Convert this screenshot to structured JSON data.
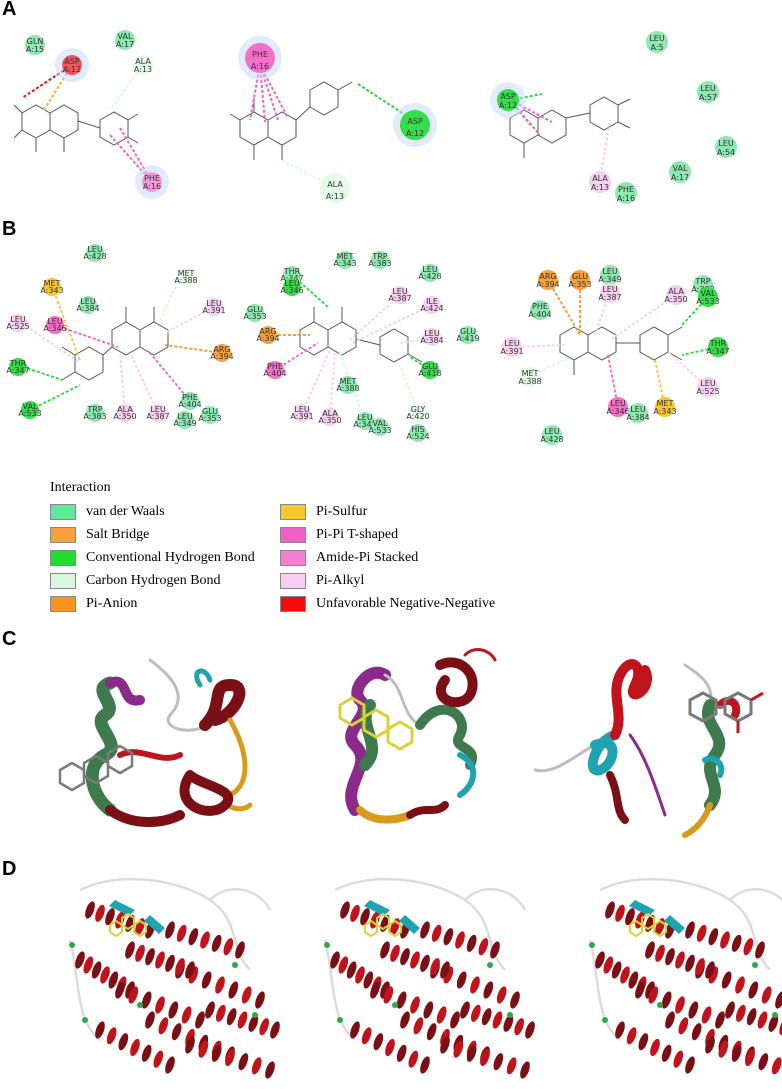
{
  "panels": {
    "a": "A",
    "b": "B",
    "c": "C",
    "d": "D"
  },
  "panel_a": {
    "d1": [
      {
        "l1": "GLN",
        "l2": "A:15",
        "color": "#8ee8b0",
        "halo": false
      },
      {
        "l1": "VAL",
        "l2": "A:17",
        "color": "#8ee8b0",
        "halo": false
      },
      {
        "l1": "ASP",
        "l2": "A:12",
        "color": "#f2555e",
        "halo": true
      },
      {
        "l1": "ALA",
        "l2": "A:13",
        "color": "#e4fbe8",
        "halo": false
      },
      {
        "l1": "PHE",
        "l2": "A:16",
        "color": "#f59ad8",
        "halo": true
      }
    ],
    "d2": [
      {
        "l1": "PHE",
        "l2": "A:16",
        "color": "#f56fc9",
        "halo": true
      },
      {
        "l1": "ASP",
        "l2": "A:12",
        "color": "#37dc4b",
        "halo": true
      },
      {
        "l1": "ALA",
        "l2": "A:13",
        "color": "#e4fbe8",
        "halo": false
      }
    ],
    "d3": [
      {
        "l1": "ASP",
        "l2": "A:12",
        "color": "#37dc4b",
        "halo": true
      },
      {
        "l1": "LEU",
        "l2": "A:5",
        "color": "#8ee8b0",
        "halo": false
      },
      {
        "l1": "LEU",
        "l2": "A:57",
        "color": "#8ee8b0",
        "halo": false
      },
      {
        "l1": "LEU",
        "l2": "A:54",
        "color": "#8ee8b0",
        "halo": false
      },
      {
        "l1": "VAL",
        "l2": "A:17",
        "color": "#8ee8b0",
        "halo": false
      },
      {
        "l1": "ALA",
        "l2": "A:13",
        "color": "#f7cff0",
        "halo": false
      },
      {
        "l1": "PHE",
        "l2": "A:16",
        "color": "#8ee8b0",
        "halo": false
      }
    ]
  },
  "panel_b": {
    "d1": [
      {
        "l1": "LEU",
        "l2": "A:428",
        "color": "#8ee8b0"
      },
      {
        "l1": "MET",
        "l2": "A:388",
        "color": "#e4fbe8"
      },
      {
        "l1": "MET",
        "l2": "A:343",
        "color": "#f7c62f"
      },
      {
        "l1": "LEU",
        "l2": "A:384",
        "color": "#8ee8b0"
      },
      {
        "l1": "LEU",
        "l2": "A:391",
        "color": "#f7cff0"
      },
      {
        "l1": "LEU",
        "l2": "A:525",
        "color": "#f7cff0"
      },
      {
        "l1": "LEU",
        "l2": "A:346",
        "color": "#f56fc9"
      },
      {
        "l1": "ARG",
        "l2": "A:394",
        "color": "#f7a03c"
      },
      {
        "l1": "THR",
        "l2": "A:347",
        "color": "#37dc4b"
      },
      {
        "l1": "PHE",
        "l2": "A:404",
        "color": "#8ee8b0"
      },
      {
        "l1": "GLU",
        "l2": "A:353",
        "color": "#8ee8b0"
      },
      {
        "l1": "ALA",
        "l2": "A:350",
        "color": "#f7cff0"
      },
      {
        "l1": "LEU",
        "l2": "A:387",
        "color": "#f7cff0"
      },
      {
        "l1": "LEU",
        "l2": "A:349",
        "color": "#8ee8b0"
      },
      {
        "l1": "VAL",
        "l2": "A:533",
        "color": "#37dc4b"
      },
      {
        "l1": "TRP",
        "l2": "A:383",
        "color": "#8ee8b0"
      }
    ],
    "d2": [
      {
        "l1": "MET",
        "l2": "A:343",
        "color": "#8ee8b0"
      },
      {
        "l1": "THR",
        "l2": "A:347",
        "color": "#8ee8b0"
      },
      {
        "l1": "TRP",
        "l2": "A:383",
        "color": "#8ee8b0"
      },
      {
        "l1": "LEU",
        "l2": "A:346",
        "color": "#37dc4b"
      },
      {
        "l1": "LEU",
        "l2": "A:428",
        "color": "#8ee8b0"
      },
      {
        "l1": "GLU",
        "l2": "A:353",
        "color": "#8ee8b0"
      },
      {
        "l1": "LEU",
        "l2": "A:387",
        "color": "#f7cff0"
      },
      {
        "l1": "ILE",
        "l2": "A:424",
        "color": "#f7cff0"
      },
      {
        "l1": "ARG",
        "l2": "A:394",
        "color": "#f7a03c"
      },
      {
        "l1": "LEU",
        "l2": "A:384",
        "color": "#f7cff0"
      },
      {
        "l1": "GLU",
        "l2": "A:419",
        "color": "#8ee8b0"
      },
      {
        "l1": "PHE",
        "l2": "A:404",
        "color": "#f56fc9"
      },
      {
        "l1": "MET",
        "l2": "A:388",
        "color": "#8ee8b0"
      },
      {
        "l1": "LEU",
        "l2": "A:391",
        "color": "#f7cff0"
      },
      {
        "l1": "ALA",
        "l2": "A:350",
        "color": "#f7cff0"
      },
      {
        "l1": "LEU",
        "l2": "A:349",
        "color": "#8ee8b0"
      },
      {
        "l1": "VAL",
        "l2": "A:533",
        "color": "#8ee8b0"
      },
      {
        "l1": "GLY",
        "l2": "A:420",
        "color": "#e4fbe8"
      },
      {
        "l1": "HIS",
        "l2": "A:524",
        "color": "#8ee8b0"
      },
      {
        "l1": "GLU",
        "l2": "A:418",
        "color": "#37dc4b"
      }
    ],
    "d3": [
      {
        "l1": "ARG",
        "l2": "A:394",
        "color": "#f7a03c"
      },
      {
        "l1": "GLU",
        "l2": "A:353",
        "color": "#f7a03c"
      },
      {
        "l1": "LEU",
        "l2": "A:349",
        "color": "#8ee8b0"
      },
      {
        "l1": "TRP",
        "l2": "A:383",
        "color": "#8ee8b0"
      },
      {
        "l1": "VAL",
        "l2": "A:533",
        "color": "#37dc4b"
      },
      {
        "l1": "LEU",
        "l2": "A:387",
        "color": "#f7cff0"
      },
      {
        "l1": "ALA",
        "l2": "A:350",
        "color": "#f7cff0"
      },
      {
        "l1": "PHE",
        "l2": "A:404",
        "color": "#8ee8b0"
      },
      {
        "l1": "THR",
        "l2": "A:347",
        "color": "#37dc4b"
      },
      {
        "l1": "LEU",
        "l2": "A:391",
        "color": "#f7cff0"
      },
      {
        "l1": "MET",
        "l2": "A:388",
        "color": "#e4fbe8"
      },
      {
        "l1": "LEU",
        "l2": "A:525",
        "color": "#f7cff0"
      },
      {
        "l1": "LEU",
        "l2": "A:346",
        "color": "#f56fc9"
      },
      {
        "l1": "LEU",
        "l2": "A:384",
        "color": "#8ee8b0"
      },
      {
        "l1": "MET",
        "l2": "A:343",
        "color": "#f7c62f"
      },
      {
        "l1": "LEU",
        "l2": "A:428",
        "color": "#8ee8b0"
      }
    ]
  },
  "legend": {
    "title": "Interaction",
    "items": [
      {
        "label": "van der Waals",
        "color": "#5ee89b"
      },
      {
        "label": "Salt Bridge",
        "color": "#f7a03c"
      },
      {
        "label": "Conventional Hydrogen Bond",
        "color": "#1fdc2f"
      },
      {
        "label": "Carbon Hydrogen Bond",
        "color": "#d9f7df"
      },
      {
        "label": "Pi-Anion",
        "color": "#f7931e"
      },
      {
        "label": "Pi-Sulfur",
        "color": "#f7c62f"
      },
      {
        "label": "Pi-Pi T-shaped",
        "color": "#f25fc6"
      },
      {
        "label": "Amide-Pi Stacked",
        "color": "#f27fd1"
      },
      {
        "label": "Pi-Alkyl",
        "color": "#f9cdf1"
      },
      {
        "label": "Unfavorable Negative-Negative",
        "color": "#f20d0d"
      }
    ]
  },
  "colors": {
    "helix_red": "#c0141c",
    "helix_dark": "#7a1016",
    "strand_cyan": "#1fa3b0",
    "coil_white": "#dcdcdc",
    "ligand_yellow": "#d8d23a",
    "ligand_gray": "#8c8c8c",
    "helix_green": "#3f7a4f",
    "helix_purple": "#8b2a8a",
    "helix_orange": "#d89a1c",
    "coil_green": "#2ea84a"
  }
}
